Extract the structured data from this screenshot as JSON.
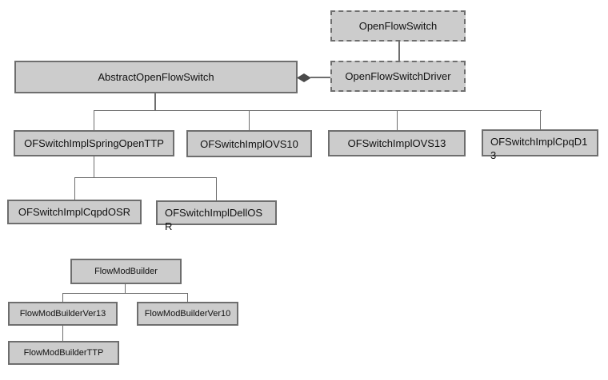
{
  "diagram": {
    "kind": "uml-class-hierarchy",
    "colors": {
      "box_fill": "#cccccc",
      "box_border": "#6e6e6e",
      "connector": "#6e6e6e",
      "diamond_fill": "#4a4a4a",
      "text": "#111111",
      "background": "#ffffff"
    },
    "nodes": {
      "openFlowSwitch": {
        "label": "OpenFlowSwitch",
        "style": "dashed"
      },
      "openFlowSwitchDriver": {
        "label": "OpenFlowSwitchDriver",
        "style": "dashed"
      },
      "abstractOpenFlowSwitch": {
        "label": "AbstractOpenFlowSwitch",
        "style": "solid"
      },
      "ofSwitchImplSpringOpenTTP": {
        "label": "OFSwitchImplSpringOpenTTP",
        "style": "solid"
      },
      "ofSwitchImplOVS10": {
        "label": "OFSwitchImplOVS10",
        "style": "solid"
      },
      "ofSwitchImplOVS13": {
        "label": "OFSwitchImplOVS13",
        "style": "solid"
      },
      "ofSwitchImplCpqD13": {
        "label": "OFSwitchImplCpqD1\n3",
        "style": "solid"
      },
      "ofSwitchImplCqpdOSR": {
        "label": "OFSwitchImplCqpdOSR",
        "style": "solid"
      },
      "ofSwitchImplDellOSR": {
        "label": "OFSwitchImplDellOS\nR",
        "style": "solid"
      },
      "flowModBuilder": {
        "label": "FlowModBuilder",
        "style": "solid"
      },
      "flowModBuilderVer13": {
        "label": "FlowModBuilderVer13",
        "style": "solid"
      },
      "flowModBuilderVer10": {
        "label": "FlowModBuilderVer10",
        "style": "solid"
      },
      "flowModBuilderTTP": {
        "label": "FlowModBuilderTTP",
        "style": "solid"
      }
    },
    "relations": [
      {
        "from": "AbstractOpenFlowSwitch",
        "to": "OpenFlowSwitchDriver",
        "type": "aggregation-diamond"
      },
      {
        "from": "OpenFlowSwitch",
        "to": "OpenFlowSwitchDriver",
        "type": "association"
      },
      {
        "from": "AbstractOpenFlowSwitch",
        "to": "OFSwitchImplSpringOpenTTP",
        "type": "parent-child"
      },
      {
        "from": "AbstractOpenFlowSwitch",
        "to": "OFSwitchImplOVS10",
        "type": "parent-child"
      },
      {
        "from": "AbstractOpenFlowSwitch",
        "to": "OFSwitchImplOVS13",
        "type": "parent-child"
      },
      {
        "from": "AbstractOpenFlowSwitch",
        "to": "OFSwitchImplCpqD13",
        "type": "parent-child"
      },
      {
        "from": "OFSwitchImplSpringOpenTTP",
        "to": "OFSwitchImplCqpdOSR",
        "type": "parent-child"
      },
      {
        "from": "OFSwitchImplSpringOpenTTP",
        "to": "OFSwitchImplDellOSR",
        "type": "parent-child"
      },
      {
        "from": "FlowModBuilder",
        "to": "FlowModBuilderVer13",
        "type": "parent-child"
      },
      {
        "from": "FlowModBuilder",
        "to": "FlowModBuilderVer10",
        "type": "parent-child"
      },
      {
        "from": "FlowModBuilderVer13",
        "to": "FlowModBuilderTTP",
        "type": "parent-child"
      }
    ]
  }
}
